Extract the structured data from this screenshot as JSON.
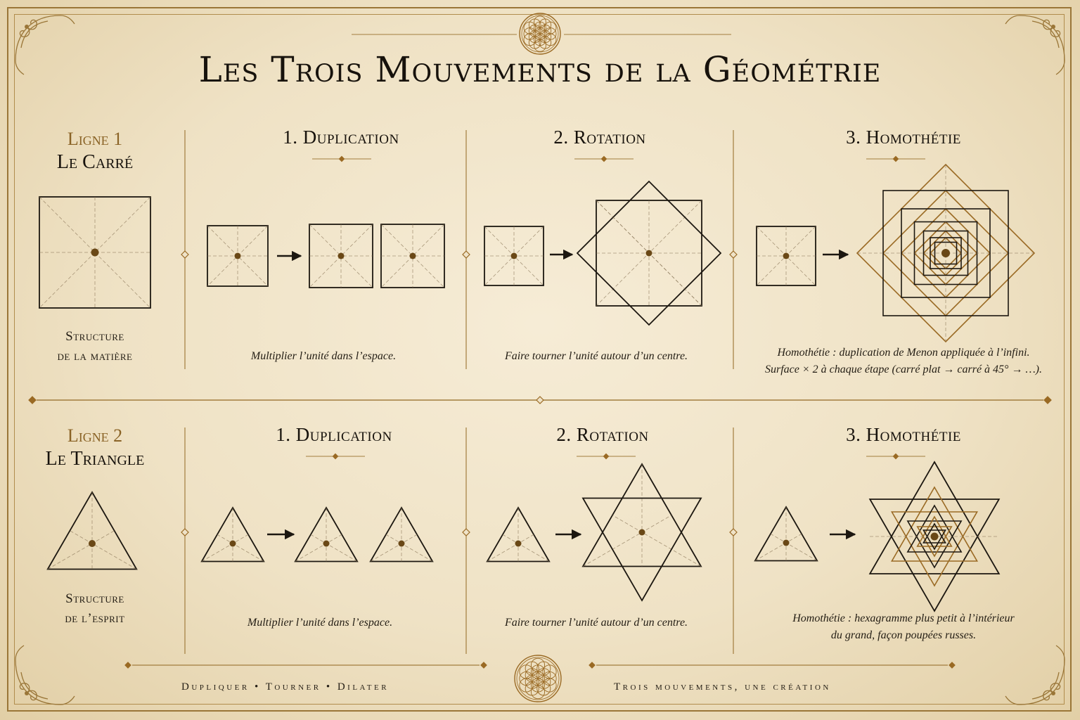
{
  "title": "Les Trois Mouvements de la Géométrie",
  "rows": [
    {
      "line_label": "Ligne 1",
      "shape_name": "Le Carré",
      "subtitle_lines": [
        "Structure",
        "de la matière"
      ],
      "sections": [
        {
          "title": "1. Duplication",
          "caption_lines": [
            "Multiplier l’unité dans l’espace."
          ]
        },
        {
          "title": "2. Rotation",
          "caption_lines": [
            "Faire tourner l’unité autour d’un centre."
          ]
        },
        {
          "title": "3. Homothétie",
          "caption_lines": [
            "Homothétie : duplication de Menon appliquée à l’infini.",
            "Surface × 2 à chaque étape (carré plat → carré à 45° → …)."
          ]
        }
      ]
    },
    {
      "line_label": "Ligne 2",
      "shape_name": "Le Triangle",
      "subtitle_lines": [
        "Structure",
        "de l’esprit"
      ],
      "sections": [
        {
          "title": "1. Duplication",
          "caption_lines": [
            "Multiplier l’unité dans l’espace."
          ]
        },
        {
          "title": "2. Rotation",
          "caption_lines": [
            "Faire tourner l’unité autour d’un centre."
          ]
        },
        {
          "title": "3. Homothétie",
          "caption_lines": [
            "Homothétie : hexagramme plus petit à l’intérieur",
            "du grand, façon poupées russes."
          ]
        }
      ]
    }
  ],
  "footer": {
    "left": "Dupliquer • Tourner • Dilater",
    "right": "Trois mouvements, une création"
  },
  "colors": {
    "ink": "#1c1710",
    "gold": "#9a6a24",
    "parchment": "#efe3c8"
  },
  "icons": [
    "flower-of-life-icon",
    "arrow-right-icon",
    "corner-ornament-icon",
    "diamond-ornament-icon"
  ]
}
